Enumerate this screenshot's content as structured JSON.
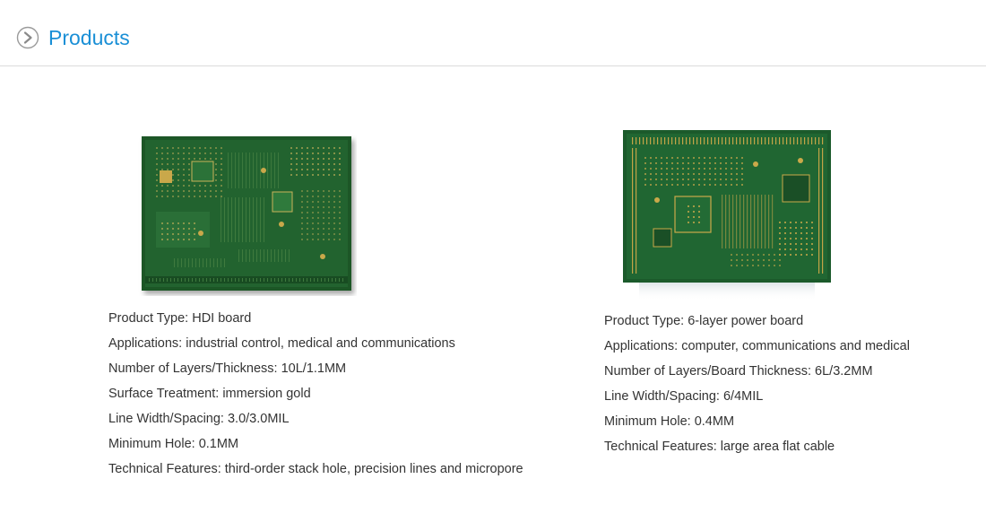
{
  "header": {
    "title": "Products",
    "icon": "chevron-right-circle-icon",
    "accent_color": "#1a8fd6"
  },
  "products": [
    {
      "specs": [
        "Product Type: HDI board",
        "Applications: industrial control, medical and communications",
        "Number of Layers/Thickness: 10L/1.1MM",
        "Surface Treatment: immersion gold",
        "Line Width/Spacing: 3.0/3.0MIL",
        "Minimum Hole: 0.1MM",
        "Technical Features: third-order stack hole, precision lines and micropore"
      ]
    },
    {
      "specs": [
        "Product Type: 6-layer power board",
        "Applications: computer, communications and medical",
        "Number of Layers/Board Thickness: 6L/3.2MM",
        "Line Width/Spacing: 6/4MIL",
        "Minimum Hole: 0.4MM",
        "Technical Features: large area flat cable"
      ]
    }
  ],
  "colors": {
    "pcb_green": "#1e5a2a",
    "pcb_gold": "#c9a84a",
    "text": "#333333",
    "divider": "#dcdcdc"
  }
}
